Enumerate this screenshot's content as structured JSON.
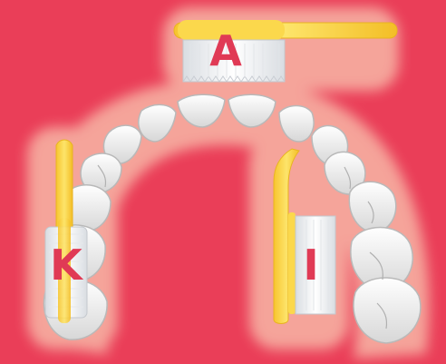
{
  "labels": {
    "top": "A",
    "left": "K",
    "right": "I"
  },
  "colors": {
    "background": "#ea3e58",
    "letter": "#e03a55",
    "brush_handle": "#f5d23c",
    "tooth_fill": "#f0f0f0",
    "glow": "#fbe0d9"
  }
}
